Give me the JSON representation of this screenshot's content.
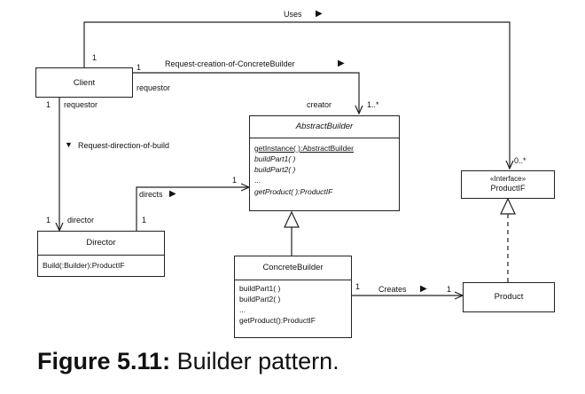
{
  "labels": {
    "uses": "Uses",
    "uses_arrow": "▶",
    "request_creation": "Request-creation-of-ConcreteBuilder",
    "request_creation_arrow": "▶",
    "request_direction_arrow": "▼",
    "request_direction": "Request-direction-of-build",
    "directs": "directs",
    "directs_arrow": "▶",
    "creates": "Creates",
    "creates_arrow": "▶"
  },
  "roles": {
    "client_to_builder_client_mult": "1",
    "client_to_builder_role": "requestor",
    "client_top_mult": "1",
    "client_left_mult": "1",
    "client_left_role": "requestor",
    "creator_role": "creator",
    "builder_mult": "1..*",
    "productif_mult": "0..*",
    "director_mult": "1",
    "director_role": "director",
    "director_right_mult": "1",
    "directs_builder_mult": "1",
    "concrete_creates_mult": "1",
    "product_creates_mult": "1"
  },
  "classes": {
    "client": {
      "name": "Client"
    },
    "abstract_builder": {
      "name": "AbstractBuilder",
      "ops": [
        "getInstance( ):AbstractBuilder",
        "buildPart1( )",
        "buildPart2( )",
        "...",
        "getProduct( ):ProductIF"
      ]
    },
    "product_if": {
      "stereotype": "«Interface»",
      "name": "ProductIF"
    },
    "director": {
      "name": "Director",
      "op": "Build(:Builder):ProductIF"
    },
    "concrete_builder": {
      "name": "ConcreteBuilder",
      "ops": [
        "buildPart1( )",
        "buildPart2( )",
        "...",
        "getProduct():ProductIF"
      ]
    },
    "product": {
      "name": "Product"
    }
  },
  "caption": {
    "label": "Figure 5.11:",
    "text": " Builder pattern."
  }
}
